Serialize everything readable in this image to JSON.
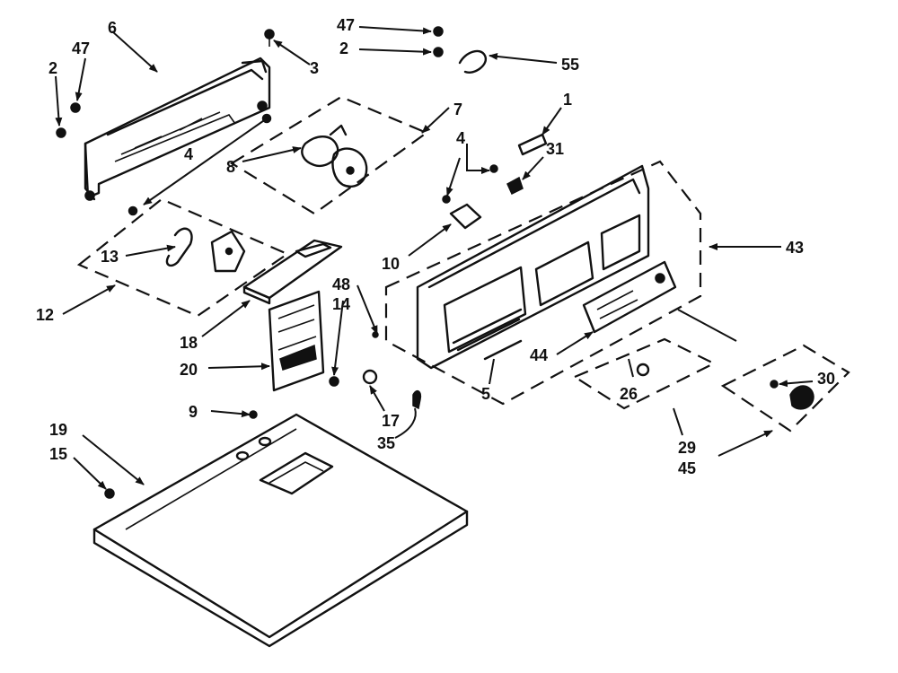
{
  "labels": {
    "l1": "1",
    "l2a": "2",
    "l2b": "2",
    "l3": "3",
    "l4a": "4",
    "l4b": "4",
    "l5": "5",
    "l6": "6",
    "l7": "7",
    "l8": "8",
    "l9": "9",
    "l10": "10",
    "l12": "12",
    "l13": "13",
    "l14": "14",
    "l15": "15",
    "l17": "17",
    "l18": "18",
    "l19": "19",
    "l20": "20",
    "l26": "26",
    "l29": "29",
    "l30": "30",
    "l31": "31",
    "l35": "35",
    "l43": "43",
    "l44": "44",
    "l45": "45",
    "l47a": "47",
    "l47b": "47",
    "l48": "48",
    "l55": "55"
  }
}
